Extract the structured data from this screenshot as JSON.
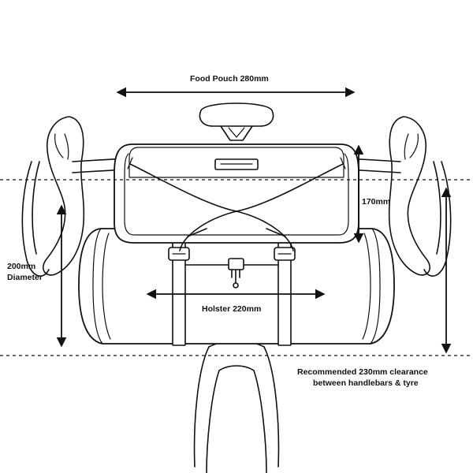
{
  "labels": {
    "food_pouch": "Food Pouch 280mm",
    "height": "170mm",
    "diameter_line1": "200mm",
    "diameter_line2": "Diameter",
    "holster": "Holster 220mm",
    "clearance_line1": "Recommended 230mm clearance",
    "clearance_line2": "between handlebars & tyre"
  },
  "colors": {
    "ink": "#111111",
    "background": "#ffffff"
  }
}
